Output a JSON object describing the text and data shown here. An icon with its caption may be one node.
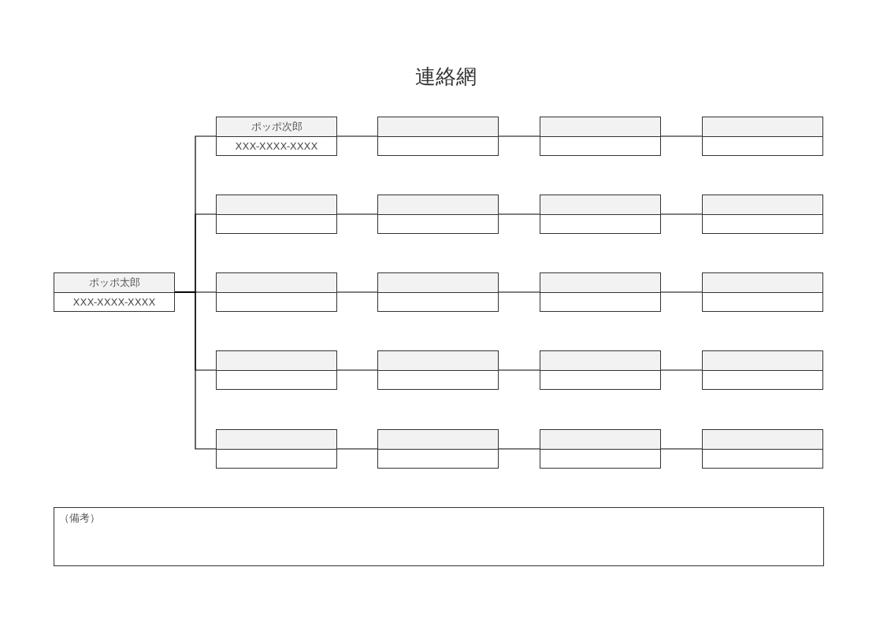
{
  "diagram": {
    "title": "連絡網",
    "nodes": [
      {
        "text": [
          "ポッポ太郎",
          "XXX-XXXX-XXXX"
        ]
      },
      {
        "text": [
          "ポッポ次郎",
          "XXX-XXXX-XXXX"
        ]
      },
      {
        "text": [],
        "shape": "box"
      },
      {
        "text": [],
        "shape": "box"
      },
      {
        "text": [],
        "shape": "box"
      },
      {
        "text": [],
        "shape": "box"
      },
      {
        "text": [],
        "shape": "box"
      },
      {
        "text": [],
        "shape": "box"
      },
      {
        "text": [],
        "shape": "box"
      },
      {
        "text": [],
        "shape": "box"
      },
      {
        "text": [],
        "shape": "box"
      },
      {
        "text": [],
        "shape": "box"
      },
      {
        "text": [],
        "shape": "box"
      },
      {
        "text": [],
        "shape": "box"
      },
      {
        "text": [],
        "shape": "box"
      },
      {
        "text": [],
        "shape": "box"
      },
      {
        "text": [],
        "shape": "box"
      },
      {
        "text": [],
        "shape": "box"
      },
      {
        "text": [],
        "shape": "box"
      },
      {
        "text": [],
        "shape": "box"
      },
      {
        "text": [],
        "shape": "box"
      },
      {
        "text": [
          "（備考）"
        ]
      }
    ],
    "edges": [
      {
        "from": 0,
        "to": 1,
        "arrow": "none"
      },
      {
        "from": 0,
        "to": 5,
        "arrow": "none"
      },
      {
        "from": 0,
        "to": 9,
        "arrow": "none"
      },
      {
        "from": 0,
        "to": 13,
        "arrow": "none"
      },
      {
        "from": 0,
        "to": 17,
        "arrow": "none"
      },
      {
        "from": 1,
        "to": 2,
        "arrow": "none"
      },
      {
        "from": 2,
        "to": 3,
        "arrow": "none"
      },
      {
        "from": 3,
        "to": 4,
        "arrow": "none"
      },
      {
        "from": 5,
        "to": 6,
        "arrow": "none"
      },
      {
        "from": 6,
        "to": 7,
        "arrow": "none"
      },
      {
        "from": 7,
        "to": 8,
        "arrow": "none"
      },
      {
        "from": 9,
        "to": 10,
        "arrow": "none"
      },
      {
        "from": 10,
        "to": 11,
        "arrow": "none"
      },
      {
        "from": 11,
        "to": 12,
        "arrow": "none"
      },
      {
        "from": 13,
        "to": 14,
        "arrow": "none"
      },
      {
        "from": 14,
        "to": 15,
        "arrow": "none"
      },
      {
        "from": 15,
        "to": 16,
        "arrow": "none"
      },
      {
        "from": 17,
        "to": 18,
        "arrow": "none"
      },
      {
        "from": 18,
        "to": 19,
        "arrow": "none"
      },
      {
        "from": 19,
        "to": 20,
        "arrow": "none"
      }
    ]
  }
}
